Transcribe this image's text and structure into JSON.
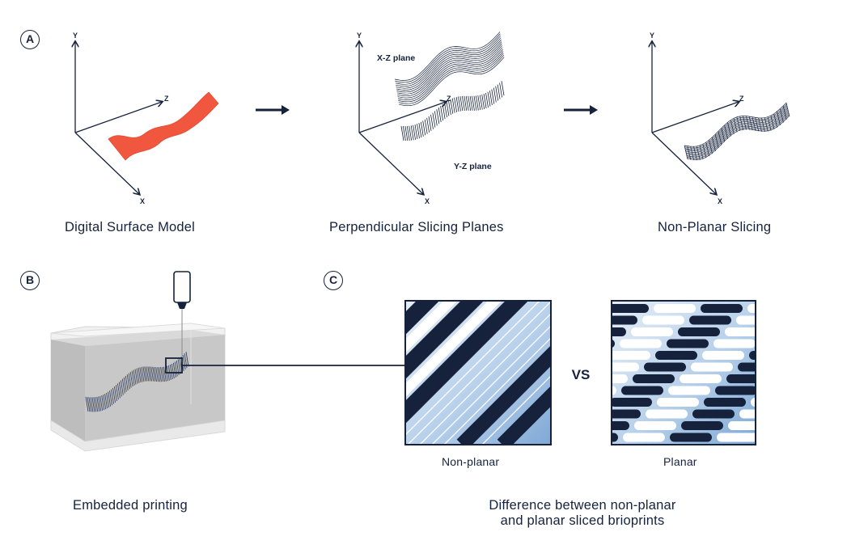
{
  "panels": {
    "a": {
      "badge": "A",
      "captions": [
        "Digital Surface Model",
        "Perpendicular Slicing Planes",
        "Non-Planar Slicing"
      ],
      "axis_labels": {
        "x": "X",
        "y": "Y",
        "z": "Z"
      },
      "plane_labels": {
        "xz": "X-Z plane",
        "yz": "Y-Z plane"
      }
    },
    "b": {
      "badge": "B",
      "caption": "Embedded printing"
    },
    "c": {
      "badge": "C",
      "left_label": "Non-planar",
      "vs": "VS",
      "right_label": "Planar",
      "caption_line1": "Difference between non-planar",
      "caption_line2": "and planar sliced brioprints"
    }
  },
  "colors": {
    "navy": "#16223c",
    "surface": "#f0573e",
    "gel": "#c9c9c9",
    "blue_light": "#a9c8e6"
  }
}
